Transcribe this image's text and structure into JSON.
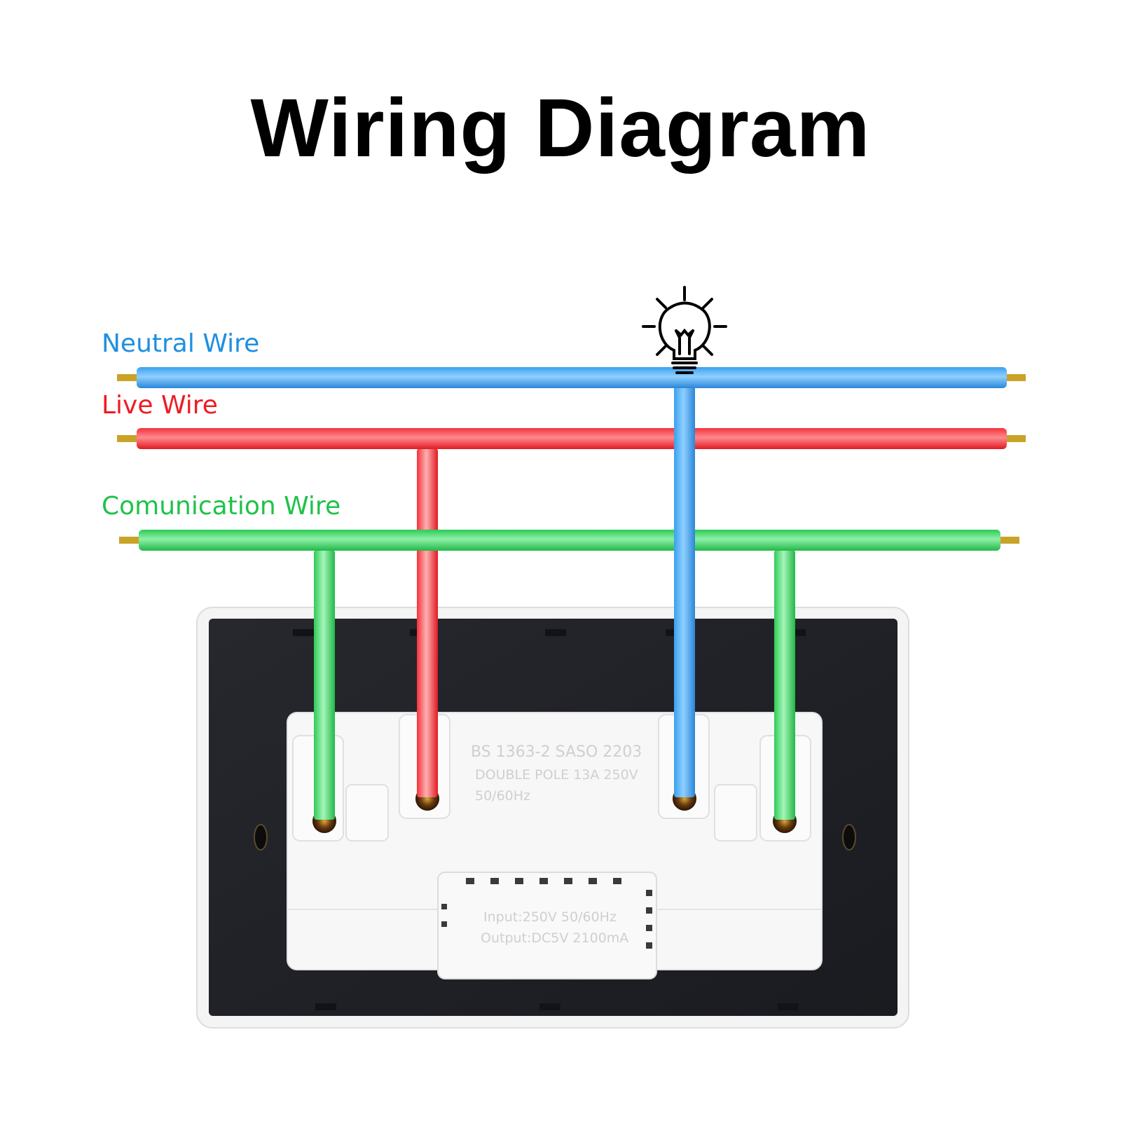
{
  "title": "Wiring Diagram",
  "wires": {
    "neutral": {
      "label": "Neutral Wire",
      "color": "#1e8fe0"
    },
    "live": {
      "label": "Live Wire",
      "color": "#ee1c24"
    },
    "communication": {
      "label": "Comunication Wire",
      "color": "#1fc24a"
    }
  },
  "plate_text": {
    "line1": "BS 1363-2 SASO 2203",
    "line2": "DOUBLE POLE 13A 250V",
    "line3": "50/60Hz",
    "module_line1": "Input:250V 50/60Hz",
    "module_line2": "Output:DC5V 2100mA"
  },
  "icons": {
    "lamp": "light-bulb-icon"
  }
}
